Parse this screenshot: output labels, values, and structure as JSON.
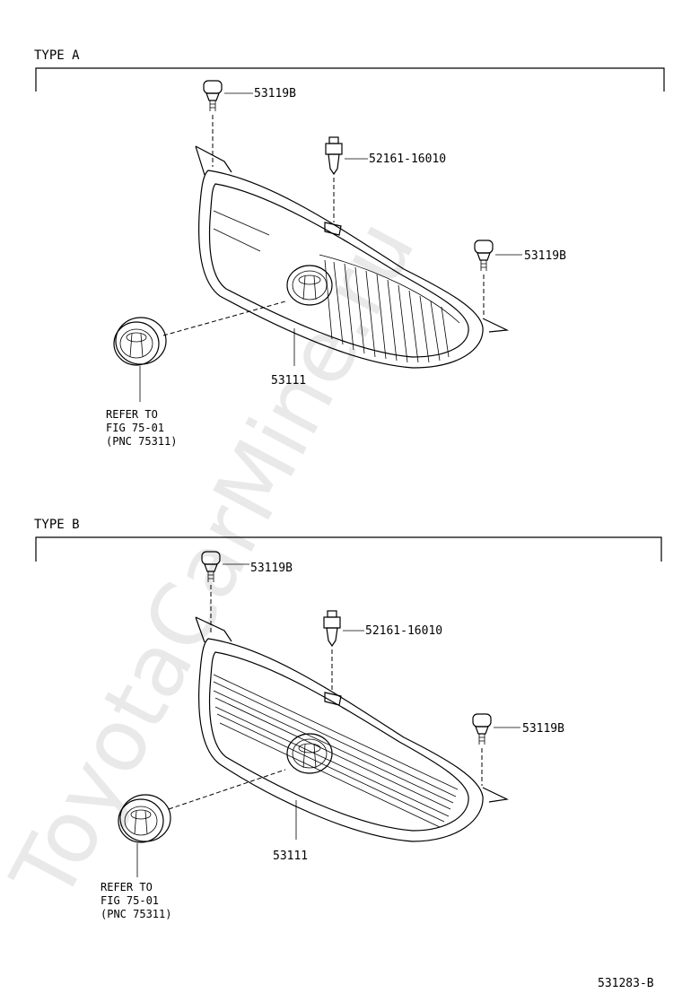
{
  "watermark": "ToyotaCarMine.ru",
  "sections": [
    {
      "type_label": "TYPE A",
      "grille_part": "53111",
      "bolt_left_part": "53119B",
      "bolt_right_part": "53119B",
      "clip_part": "52161-16010",
      "refer_line1": "REFER TO",
      "refer_line2": "FIG 75-01",
      "refer_line3": "(PNC 75311)"
    },
    {
      "type_label": "TYPE B",
      "grille_part": "53111",
      "bolt_left_part": "53119B",
      "bolt_right_part": "53119B",
      "clip_part": "52161-16010",
      "refer_line1": "REFER TO",
      "refer_line2": "FIG 75-01",
      "refer_line3": "(PNC 75311)"
    }
  ],
  "diagram_id": "531283-B"
}
